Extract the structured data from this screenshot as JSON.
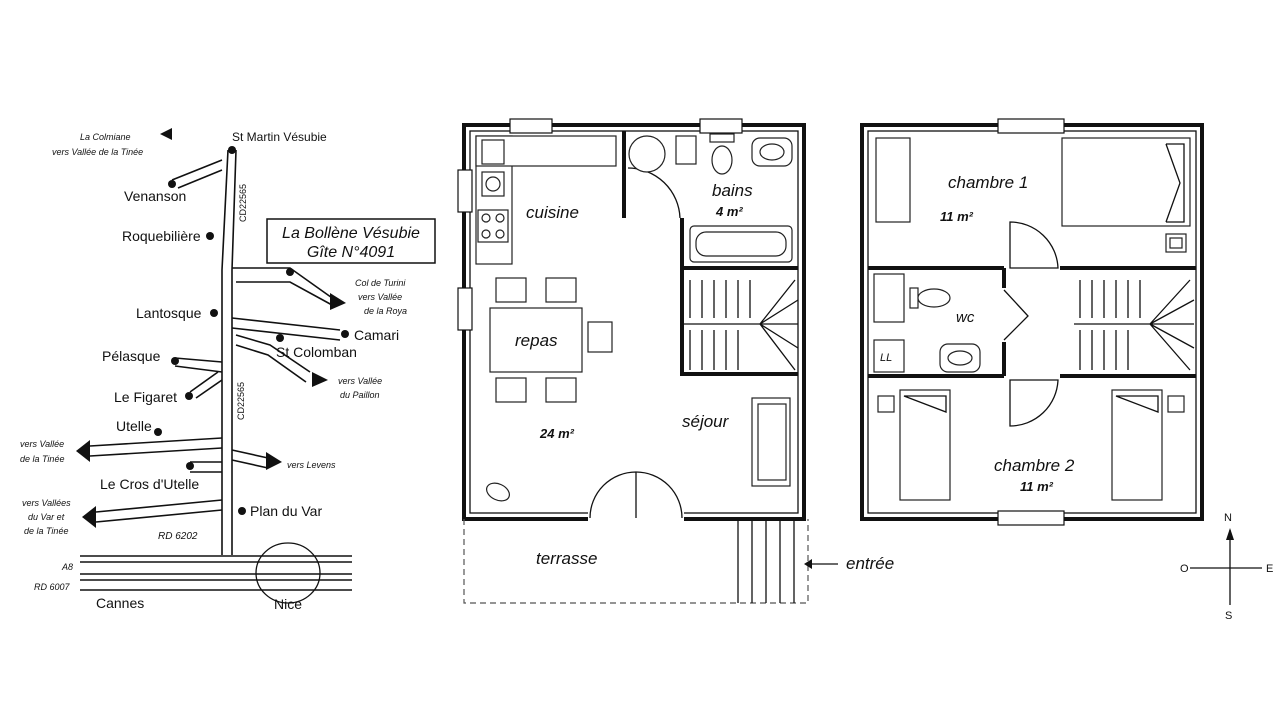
{
  "map": {
    "title_line1": "La Bollène Vésubie",
    "title_line2": "Gîte N°4091",
    "places": {
      "la_colmiane": "La Colmiane",
      "vers_tinee_top": "vers Vallée de la Tinée",
      "st_martin": "St Martin Vésubie",
      "venanson": "Venanson",
      "roquebiliere": "Roquebilière",
      "col_turini_1": "Col de Turini",
      "col_turini_2": "vers Vallée",
      "col_turini_3": "de la Roya",
      "lantosque": "Lantosque",
      "camari": "Camari",
      "st_colomban": "St Colomban",
      "pelasque": "Pélasque",
      "vers_paillon_1": "vers Vallée",
      "vers_paillon_2": "du Paillon",
      "le_figaret": "Le Figaret",
      "utelle": "Utelle",
      "vers_tinee_mid_1": "vers Vallée",
      "vers_tinee_mid_2": "de la Tinée",
      "vers_levens": "vers Levens",
      "le_cros": "Le Cros d'Utelle",
      "vers_var_1": "vers Vallées",
      "vers_var_2": "du Var et",
      "vers_var_3": "de la Tinée",
      "plan_du_var": "Plan du Var",
      "rd6202": "RD 6202",
      "a8": "A8",
      "rd6007": "RD 6007",
      "cannes": "Cannes",
      "nice": "Nice",
      "cd_top": "CD22565",
      "cd_bottom": "CD22565"
    }
  },
  "ground_floor": {
    "cuisine": "cuisine",
    "bains": "bains",
    "bains_area": "4 m²",
    "repas": "repas",
    "sejour": "séjour",
    "main_area": "24 m²",
    "terrasse": "terrasse",
    "entree": "entrée"
  },
  "upper_floor": {
    "chambre1": "chambre 1",
    "chambre1_area": "11 m²",
    "wc": "wc",
    "ll": "LL",
    "chambre2": "chambre 2",
    "chambre2_area": "11 m²"
  },
  "compass": {
    "n": "N",
    "s": "S",
    "o": "O",
    "e": "E"
  }
}
